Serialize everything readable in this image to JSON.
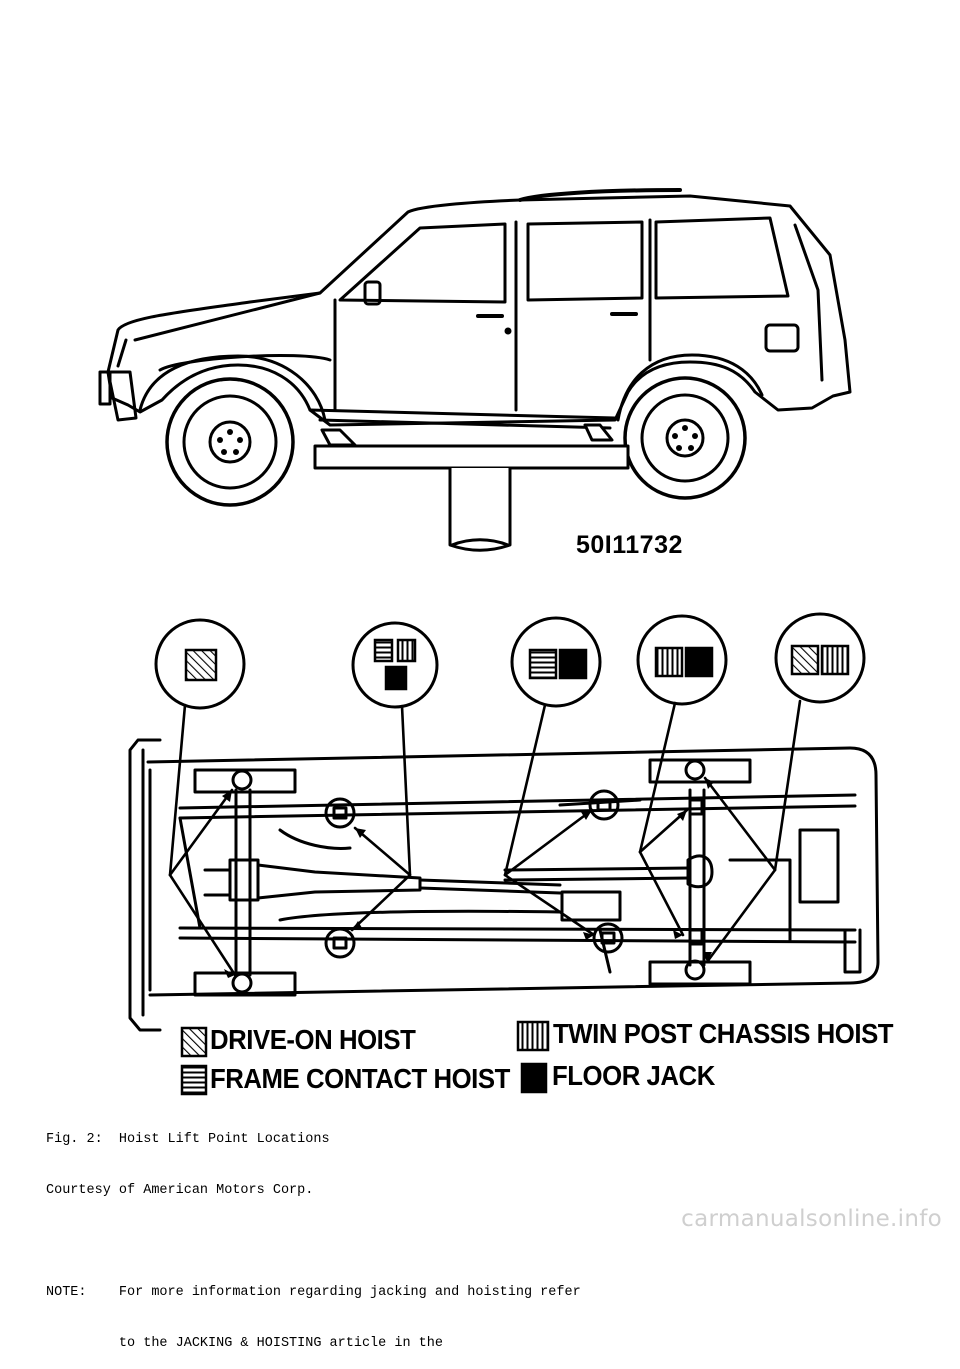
{
  "figure": {
    "code": "50I11732",
    "legend": {
      "drive_on": "DRIVE-ON HOIST",
      "twin_post": "TWIN POST CHASSIS HOIST",
      "frame_contact": "FRAME CONTACT HOIST",
      "floor_jack": "FLOOR JACK"
    }
  },
  "caption": {
    "line1": "Fig. 2:  Hoist Lift Point Locations",
    "line2": "Courtesy of American Motors Corp.",
    "line3": "",
    "line4": "NOTE:    For more information regarding jacking and hoisting refer",
    "line5": "         to the JACKING & HOISTING article in the"
  },
  "watermark": "carmanualsonline.info"
}
